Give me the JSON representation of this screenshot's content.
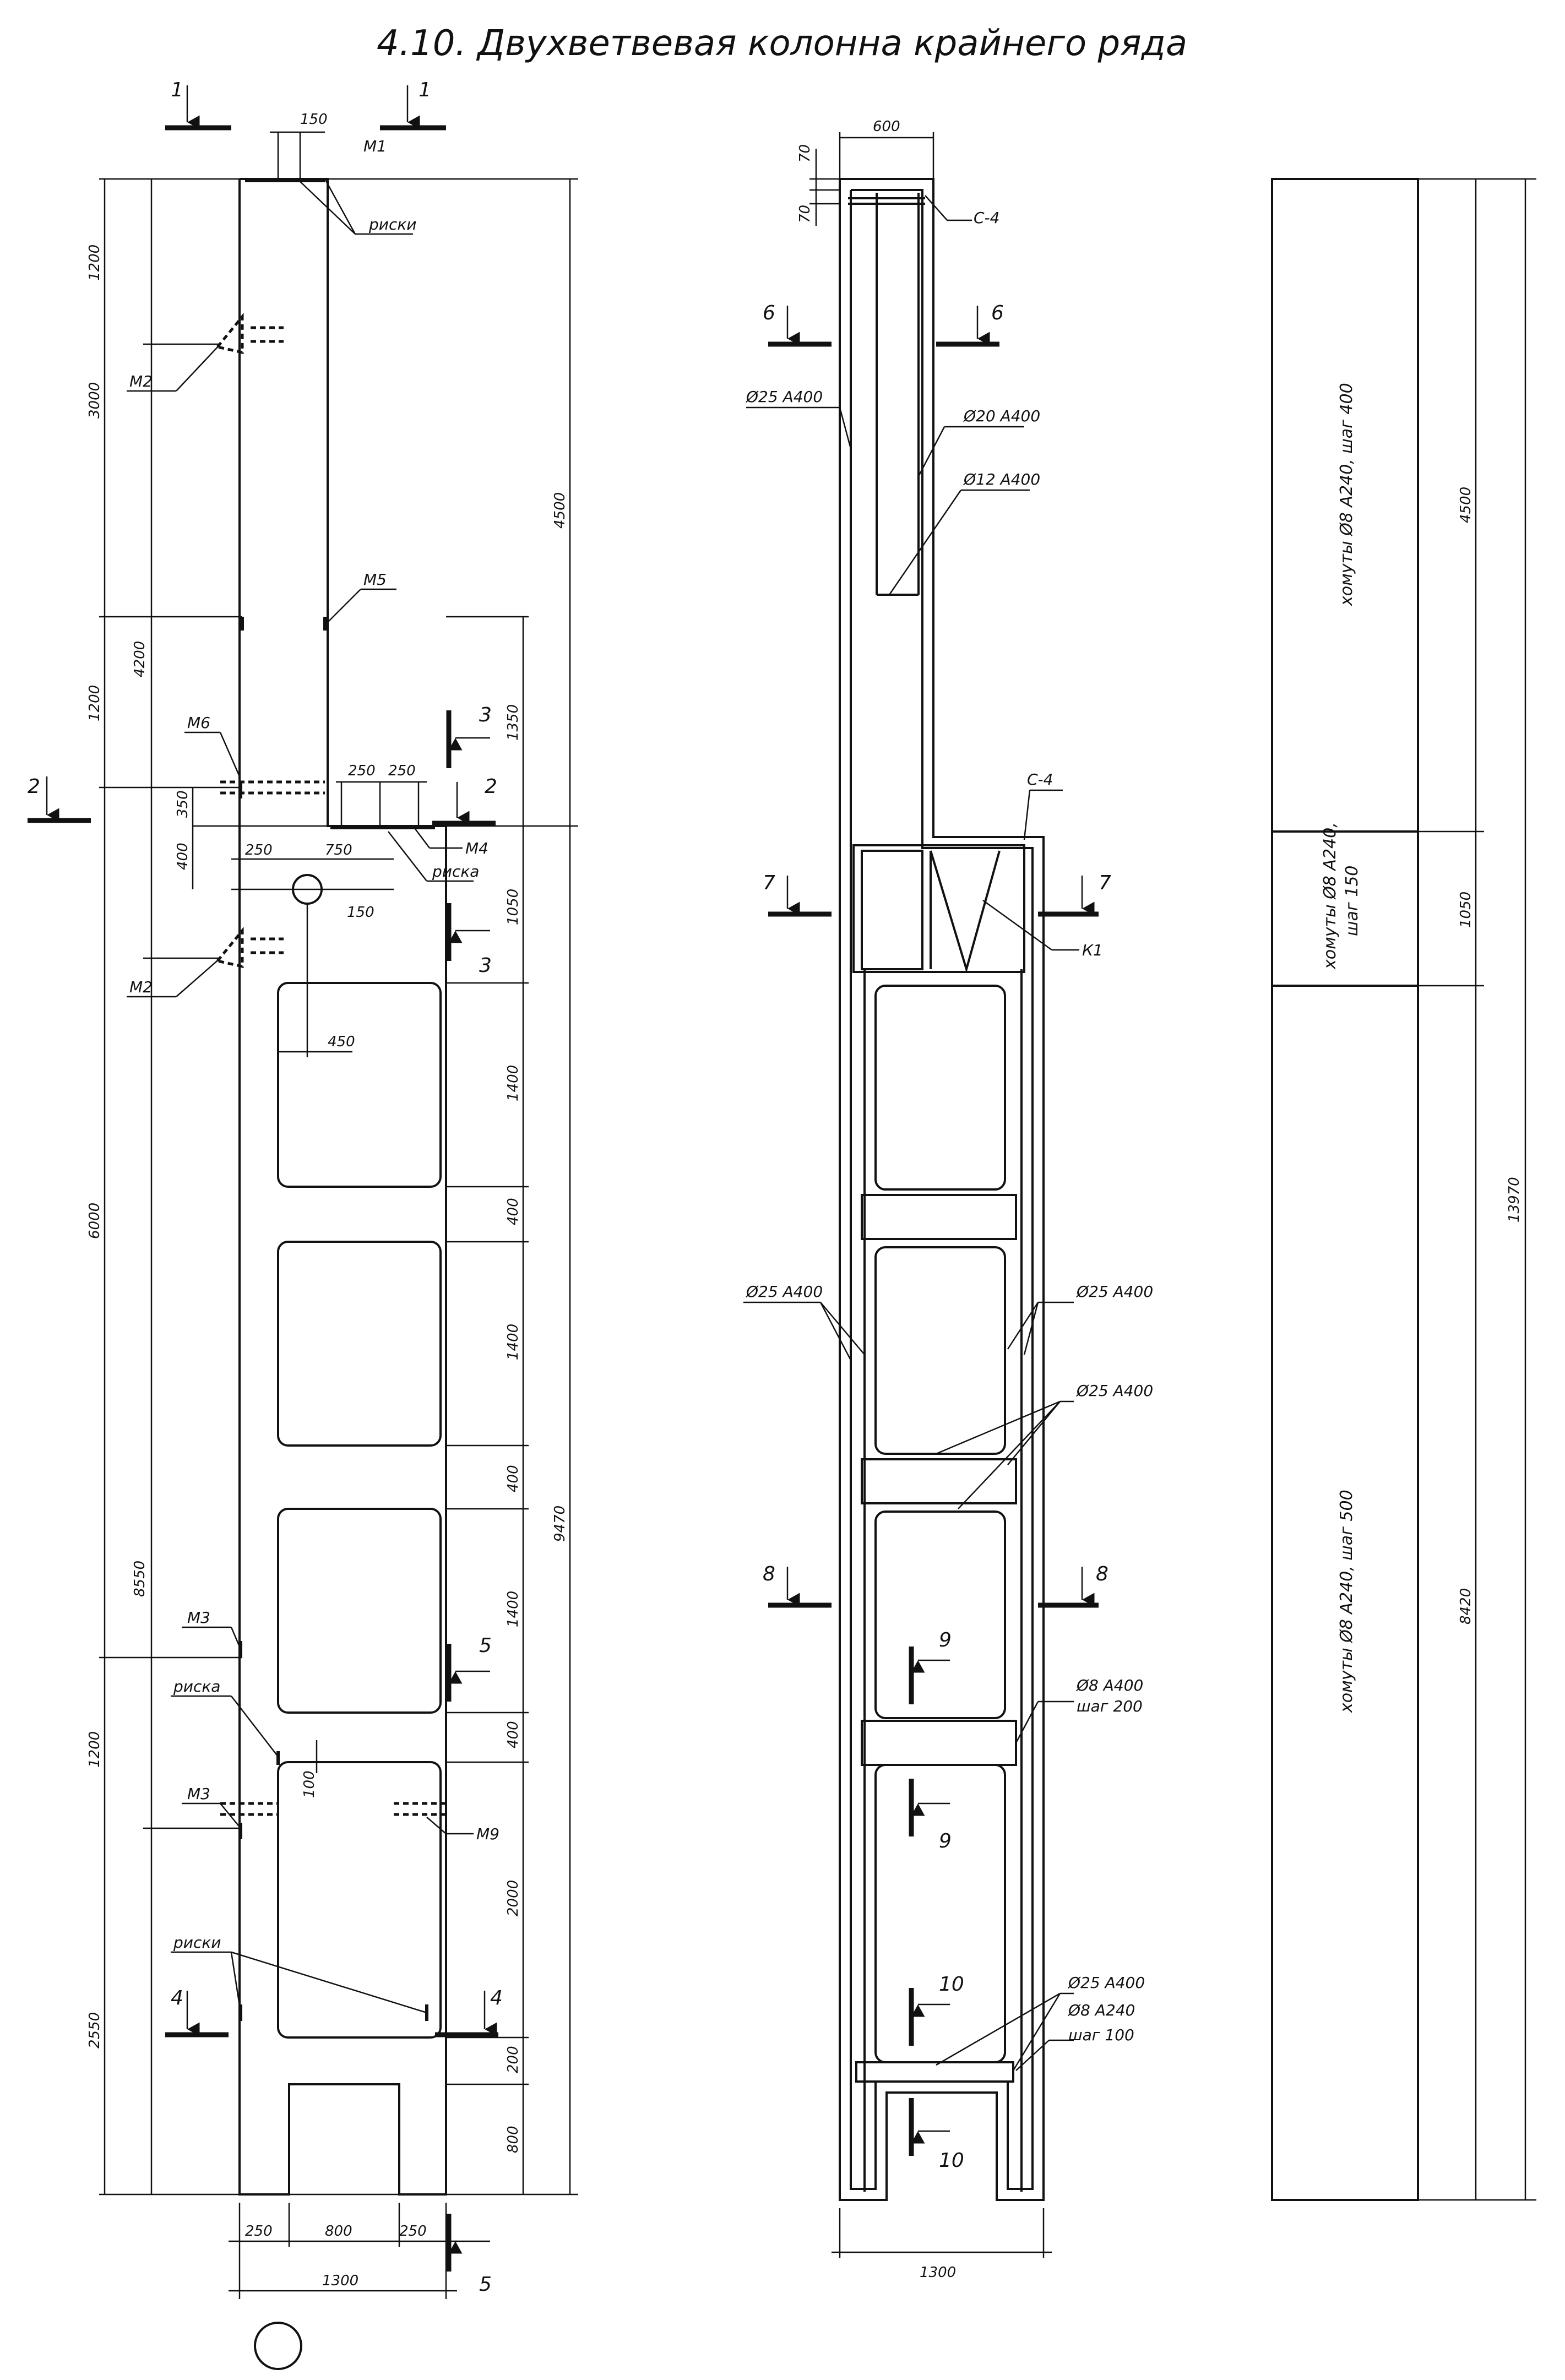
{
  "title": "4.10. Двухветвевая колонна крайнего ряда",
  "left_view": {
    "section_marks": [
      "1",
      "2",
      "3",
      "4",
      "5"
    ],
    "parts": [
      "M1",
      "M2",
      "M3",
      "M4",
      "M5",
      "M6",
      "M9"
    ],
    "notes": {
      "riski": "риски",
      "riska": "риска"
    },
    "dims_vertical_left": [
      "1200",
      "3000",
      "4200",
      "1200",
      "350",
      "400",
      "6000",
      "8550",
      "1200",
      "2550"
    ],
    "dims_vertical_right": [
      "4500",
      "1350",
      "1050",
      "1400",
      "400",
      "1400",
      "400",
      "1400",
      "400",
      "2000",
      "200",
      "800",
      "9470"
    ],
    "dims_horizontal": [
      "150",
      "250",
      "250",
      "250",
      "750",
      "150",
      "450",
      "100",
      "250",
      "800",
      "250",
      "1300"
    ]
  },
  "middle_view": {
    "section_marks": [
      "6",
      "7",
      "8",
      "9",
      "10"
    ],
    "dims": [
      "600",
      "70",
      "70",
      "1300"
    ],
    "labels": {
      "c4_top": "С-4",
      "c4_mid": "С-4",
      "k1": "К1",
      "bar_25_top": "Ø25 А400",
      "bar_20": "Ø20 А400",
      "bar_12": "Ø12 А400",
      "bar_25_left": "Ø25 А400",
      "bar_25_right": "Ø25 А400",
      "bar_25_right2": "Ø25 А400",
      "bar_8_a400": "Ø8 А400",
      "step_200": "шаг 200",
      "bar_25_bottom": "Ø25 А400",
      "bar_8_a240": "Ø8 А240",
      "step_100": "шаг 100"
    }
  },
  "right_view": {
    "zones": [
      {
        "text": "хомуты Ø8 А240, шаг 400",
        "dim": "4500"
      },
      {
        "text_line1": "хомуты Ø8 А240,",
        "text_line2": "шаг 150",
        "dim": "1050"
      },
      {
        "text": "хомуты Ø8 А240, шаг 500",
        "dim": "8420"
      }
    ],
    "total": "13970"
  }
}
